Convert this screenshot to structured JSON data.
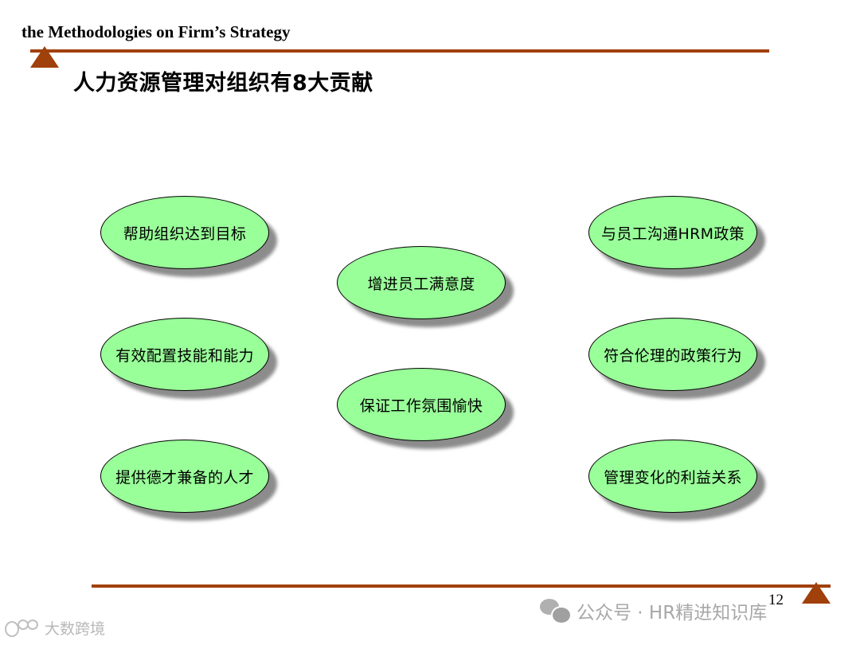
{
  "header": {
    "title": "the Methodologies on Firm’s Strategy",
    "accent_color": "#a0400a"
  },
  "slide": {
    "title": "人力资源管理对组织有8大贡献",
    "page_number": "12",
    "bubble_fill": "#99ff99",
    "bubbles": [
      {
        "label": "帮助组织达到目标",
        "column": "left"
      },
      {
        "label": "有效配置技能和能力",
        "column": "left"
      },
      {
        "label": "提供德才兼备的人才",
        "column": "left"
      },
      {
        "label": "增进员工满意度",
        "column": "center"
      },
      {
        "label": "保证工作氛围愉快",
        "column": "center"
      },
      {
        "label": "与员工沟通HRM政策",
        "column": "right"
      },
      {
        "label": "符合伦理的政策行为",
        "column": "right"
      },
      {
        "label": "管理变化的利益关系",
        "column": "right"
      }
    ]
  },
  "watermarks": {
    "right_text": "公众号 · HR精进知识库",
    "left_text": "大数跨境",
    "right_icon": "wechat-icon",
    "left_icon": "brand-logo-icon"
  }
}
